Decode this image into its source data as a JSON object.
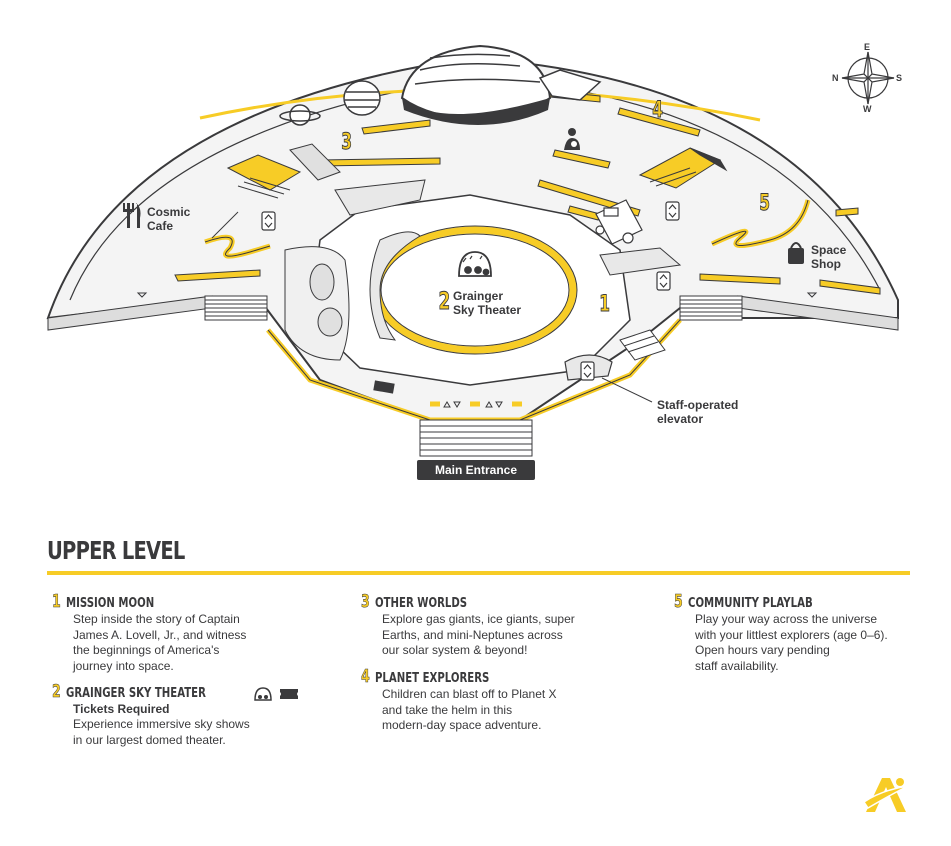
{
  "map": {
    "labels": {
      "cosmic_cafe": [
        "Cosmic",
        "Cafe"
      ],
      "space_shop": [
        "Space",
        "Shop"
      ],
      "theater": [
        "Grainger",
        "Sky Theater"
      ],
      "elevator": [
        "Staff-operated",
        "elevator"
      ]
    },
    "area_numbers": {
      "n1": "1",
      "n2": "2",
      "n3": "3",
      "n4": "4",
      "n5": "5"
    },
    "main_entrance": "Main Entrance",
    "compass": {
      "north": "N",
      "east": "E",
      "south": "S",
      "west": "W"
    },
    "colors": {
      "accent": "#f7cc26",
      "ink": "#3a3a3c",
      "floor": "#f2f2f2"
    }
  },
  "legend": {
    "title": "UPPER LEVEL",
    "items": [
      {
        "number": "1",
        "title": "MISSION MOON",
        "lines": [
          "Step inside the story of Captain",
          "James A. Lovell, Jr., and witness",
          "the beginnings of America's",
          "journey into space."
        ]
      },
      {
        "number": "2",
        "title": "GRAINGER SKY THEATER",
        "sub": "Tickets Required",
        "lines": [
          "Experience immersive sky shows",
          "in our largest domed theater."
        ],
        "icons": [
          "theater-icon",
          "ticket-icon"
        ]
      },
      {
        "number": "3",
        "title": "OTHER WORLDS",
        "lines": [
          "Explore gas giants, ice giants, super",
          "Earths, and mini-Neptunes across",
          "our solar system & beyond!"
        ]
      },
      {
        "number": "4",
        "title": "PLANET EXPLORERS",
        "lines": [
          "Children can blast off to Planet X",
          "and take the helm in this",
          "modern-day space adventure."
        ]
      },
      {
        "number": "5",
        "title": "COMMUNITY PLAYLAB",
        "lines": [
          "Play your way across the universe",
          "with your littlest explorers (age 0–6).",
          "Open hours vary pending",
          "staff availability."
        ]
      }
    ]
  }
}
